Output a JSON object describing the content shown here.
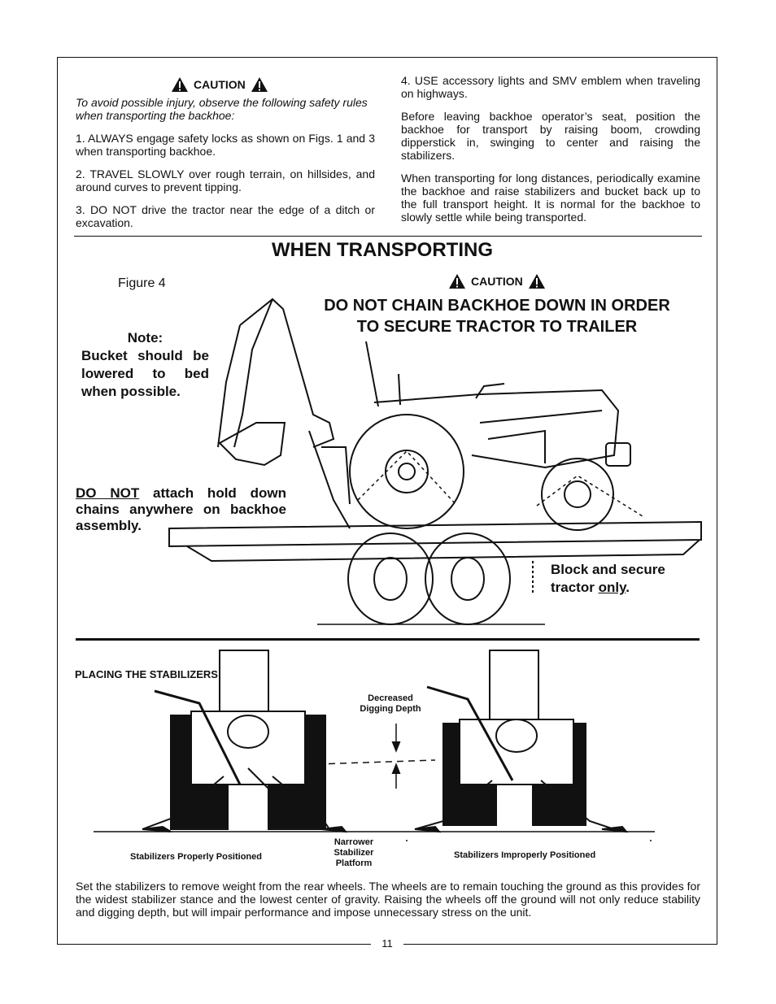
{
  "caution_top": {
    "label": "CAUTION",
    "intro": "To avoid possible injury, observe the following safety rules when transporting the backhoe:",
    "rules": [
      "1. ALWAYS engage safety locks as shown on Figs. 1 and 3 when transporting backhoe.",
      "2. TRAVEL SLOWLY over rough terrain, on hillsides, and around curves to prevent tipping.",
      "3. DO NOT drive the tractor near the edge of a ditch or excavation."
    ]
  },
  "right_col": {
    "rule4": "4. USE accessory lights and SMV emblem when traveling on highways.",
    "para1": "Before leaving backhoe operator’s seat, position the backhoe for transport by raising boom, crowding dipperstick in, swinging to center and raising the stabilizers.",
    "para2": "When transporting for long distances, periodically examine the backhoe and raise stabilizers and bucket back up to the full transport height. It is normal for the backhoe to slowly settle while being transported."
  },
  "section": {
    "title": "WHEN TRANSPORTING",
    "figure_label": "Figure 4",
    "caution_label": "CAUTION",
    "caution_line1": "DO NOT CHAIN BACKHOE DOWN IN ORDER",
    "caution_line2": "TO SECURE TRACTOR TO TRAILER",
    "note_title": "Note:",
    "note_body": "Bucket should be lowered to bed when possible.",
    "do_not_prefix": "DO NOT",
    "do_not_rest": " attach hold down chains anywhere on backhoe assembly.",
    "block_prefix": "Block and secure tractor ",
    "block_only": "only",
    "block_period": "."
  },
  "stabilizers": {
    "heading": "PLACING THE STABILIZERS",
    "label_decreased": "Decreased Digging Depth",
    "label_narrower": "Narrower Stabilizer Platform",
    "label_proper": "Stabilizers Properly Positioned",
    "label_improper": "Stabilizers Improperly Positioned",
    "body": "Set the stabilizers to remove weight from the rear wheels. The wheels are to remain touching the ground as this provides for the widest stabilizer stance and the lowest center of gravity. Raising the wheels off the ground will not only reduce stability and digging depth, but will impair performance and impose unnecessary stress on the unit."
  },
  "page_number": "11"
}
